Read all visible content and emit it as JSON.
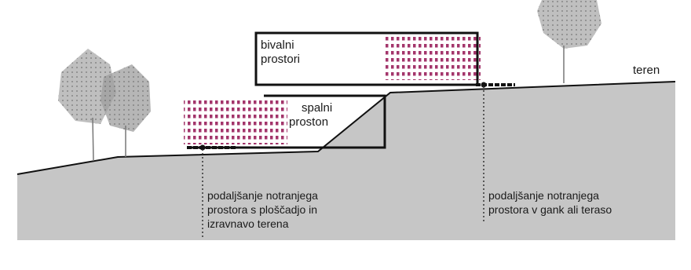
{
  "labels": {
    "living": [
      "bivalni",
      "prostori"
    ],
    "sleeping": [
      "spalni",
      "proston"
    ],
    "terrain": "teren",
    "note_left": [
      "podaljšanje notranjega",
      "prostora s ploščadjo in",
      "izravnavo terena"
    ],
    "note_right": [
      "podaljšanje notranjega",
      "prostora v gank ali teraso"
    ]
  },
  "colors": {
    "ground": "#c6c6c6",
    "outline": "#111111",
    "dots": "#a3356b",
    "tree": "#9a9a9a"
  }
}
